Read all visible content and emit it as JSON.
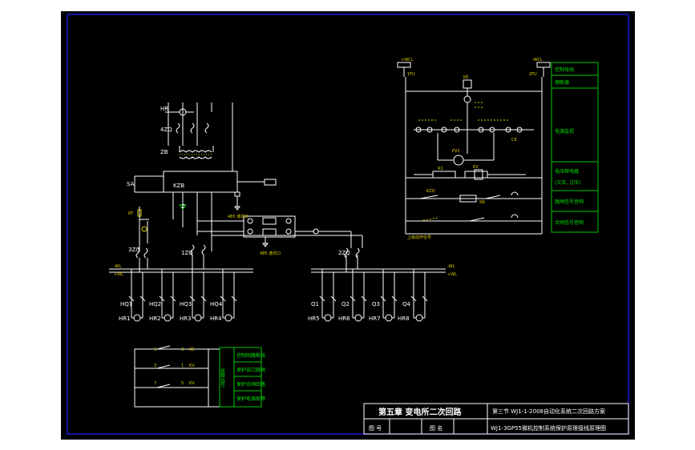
{
  "title_block": {
    "chapter_title": "第五章  变电所二次回路",
    "section_title": "第三节  WJ1-1-2008自动化系统二次回路方案",
    "drawing_no_label": "图  号",
    "drawing_name_label": "图  名",
    "drawing_name": "WJ1-3GP55微机控制系统保护原理接线原理图"
  },
  "legend_right": [
    "控制母线",
    "熔断器",
    "电源监视",
    "电压继电器",
    "(欠压, 过压)",
    "跳闸信号音响",
    "合闸信号音响"
  ],
  "legend_bottom": {
    "vertical_label": "故障信号",
    "items": [
      "控制回路断线",
      "保护出口跳闸",
      "保护合闸回路",
      "保护电源故障"
    ]
  },
  "labels": {
    "hr_top": "HR",
    "kzq_label": "4ZQ",
    "zb": "ZB",
    "kzb": "KZB",
    "sa": "SA",
    "z": "Z",
    "lzq": "1ZQ",
    "tzq": "3ZQ",
    "zzq": "2ZQ",
    "cb_485_1": "485\n通讯口",
    "cb_485_2": "485\n通讯口",
    "rt": "RT",
    "wcl": "+WCL",
    "wcl2": "-WCL",
    "fu1": "1FU",
    "fu2": "2FU",
    "ke": "KE",
    "pv": "PV2",
    "rk": "R1",
    "kv": "KV",
    "kzq2": "KZQ",
    "sn": "SN",
    "ck": "CK",
    "upper_note": "上级动作信号",
    "bus_left_1": "-WL",
    "bus_left_2": "+WL",
    "bus_right_1": "-WL",
    "bus_right_2": "+WL"
  },
  "hq_labels": [
    "HQ1",
    "HQ2",
    "HQ3",
    "HQ4"
  ],
  "hr_labels": [
    "HR1",
    "HR2",
    "HR3",
    "HR4"
  ],
  "q_labels": [
    "Q1",
    "Q2",
    "Q3",
    "Q4"
  ],
  "hr2_labels": [
    "HR5",
    "HR6",
    "HR7",
    "HR8"
  ],
  "relay_rows": [
    {
      "left": "3",
      "mid": "3",
      "right": "KE"
    },
    {
      "left": "3",
      "mid": "1",
      "right": "KV"
    },
    {
      "left": "7",
      "mid": "5",
      "right": "KV"
    }
  ]
}
